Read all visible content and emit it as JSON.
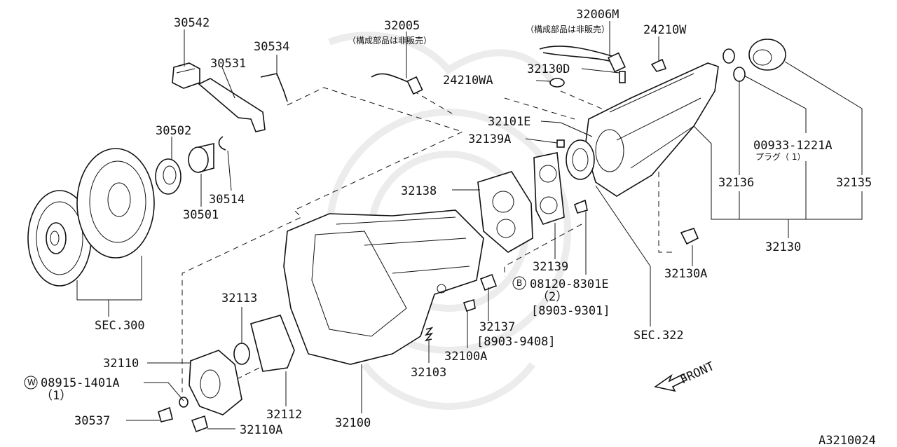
{
  "diagram": {
    "code": "A3210024",
    "front_label": "FRONT",
    "labels": {
      "p30542": "30542",
      "p30531": "30531",
      "p30534": "30534",
      "p32005": "32005",
      "note_32005": "（構成部品は非販売）",
      "p32006M": "32006M",
      "note_32006M": "（構成部品は非販売）",
      "p24210W": "24210W",
      "p24210WA": "24210WA",
      "p32130D": "32130D",
      "p32101E": "32101E",
      "p32139A": "32139A",
      "p00933": "00933-1221A",
      "note_00933": "プラグ（ 1）",
      "p32136": "32136",
      "p32135": "32135",
      "p30502": "30502",
      "p30501": "30501",
      "p30514": "30514",
      "p32138": "32138",
      "p32130": "32130",
      "p32139": "32139",
      "p32130A": "32130A",
      "b_circle": "B",
      "p08120": "08120-8301E",
      "qty_08120": "（2）",
      "range_08120": "[8903-9301]",
      "sec300": "SEC.300",
      "p32113": "32113",
      "p32137": "32137",
      "range_32137": "[8903-9408]",
      "sec322": "SEC.322",
      "p32110": "32110",
      "w_circle": "W",
      "p08915": "08915-1401A",
      "qty_08915": "（1）",
      "p30537": "30537",
      "p32110A": "32110A",
      "p32112": "32112",
      "p32100": "32100",
      "p32103": "32103",
      "p32100A": "32100A"
    }
  }
}
